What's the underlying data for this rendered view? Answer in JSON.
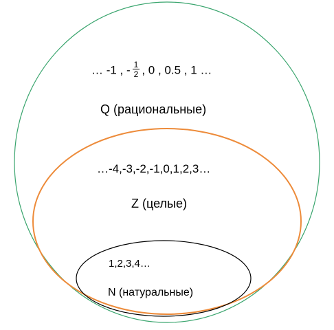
{
  "sets": {
    "Q": {
      "examples_before": "…  -1 , -",
      "fraction": {
        "numerator": "1",
        "denominator": "2"
      },
      "examples_after": ", 0 , 0.5 , 1 …",
      "label": "Q (рациональные)",
      "stroke": "#3aa56e"
    },
    "Z": {
      "examples": "…-4,-3,-2,-1,0,1,2,3…",
      "label": "Z (целые)",
      "stroke": "#ed8b3a"
    },
    "N": {
      "examples": "1,2,3,4…",
      "label": "N (натуральные)",
      "stroke": "#000000"
    }
  }
}
